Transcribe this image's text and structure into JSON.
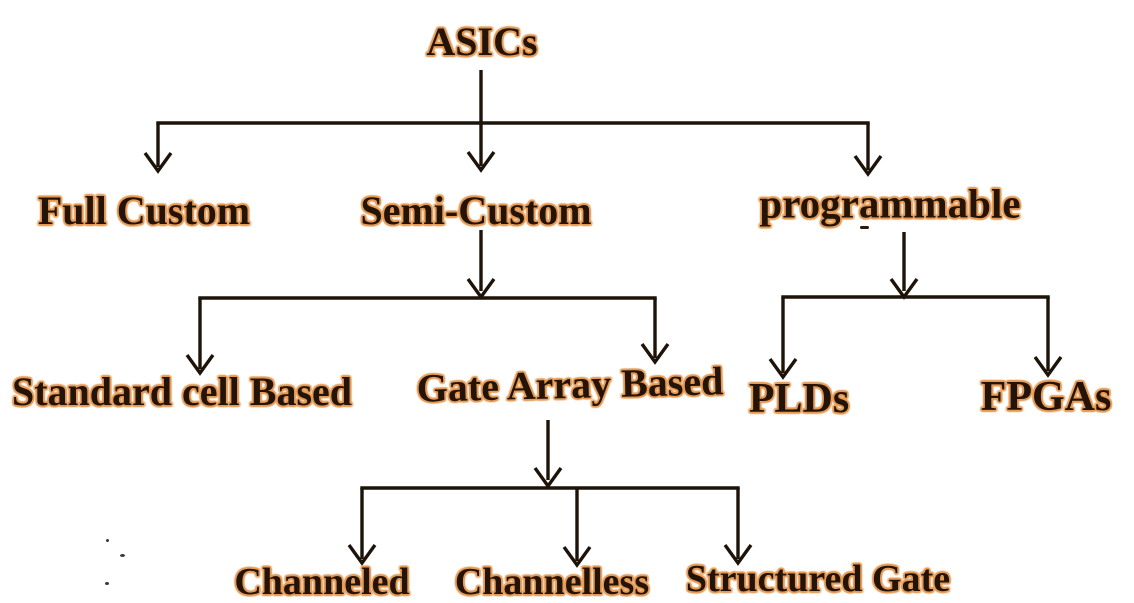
{
  "nodes": {
    "asics": {
      "label": "ASICs"
    },
    "full_custom": {
      "label": "Full Custom"
    },
    "semi_custom": {
      "label": "Semi-Custom"
    },
    "programmable": {
      "label": "programmable"
    },
    "standard_cell": {
      "label": "Standard cell Based"
    },
    "gate_array": {
      "label": "Gate Array Based"
    },
    "plds": {
      "label": "PLDs"
    },
    "fpgas": {
      "label": "FPGAs"
    },
    "channeled": {
      "label": "Channeled"
    },
    "channelless": {
      "label": "Channelless"
    },
    "structured_gate": {
      "label": "Structured Gate"
    }
  },
  "edges": [
    {
      "from": "ASICs",
      "to": "Full Custom"
    },
    {
      "from": "ASICs",
      "to": "Semi-Custom"
    },
    {
      "from": "ASICs",
      "to": "programmable"
    },
    {
      "from": "Semi-Custom",
      "to": "Standard cell Based"
    },
    {
      "from": "Semi-Custom",
      "to": "Gate Array Based"
    },
    {
      "from": "programmable",
      "to": "PLDs"
    },
    {
      "from": "programmable",
      "to": "FPGAs"
    },
    {
      "from": "Gate Array Based",
      "to": "Channeled"
    },
    {
      "from": "Gate Array Based",
      "to": "Channelless"
    },
    {
      "from": "Gate Array Based",
      "to": "Structured Gate"
    }
  ],
  "colors": {
    "background": "#ffffff",
    "line": "#1d1309",
    "text_fill": "#241408",
    "text_halo": "#e59a55"
  }
}
